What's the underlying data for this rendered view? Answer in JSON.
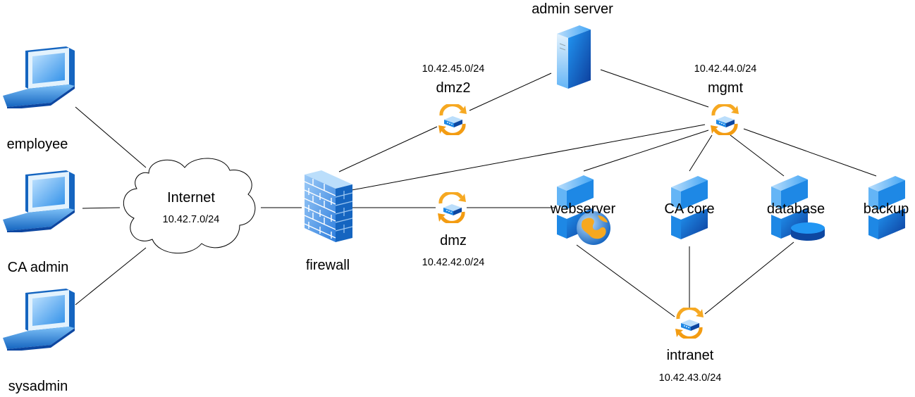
{
  "clients": [
    {
      "id": "employee",
      "label": "employee"
    },
    {
      "id": "ca-admin",
      "label": "CA admin"
    },
    {
      "id": "sysadmin",
      "label": "sysadmin"
    }
  ],
  "internet": {
    "label": "Internet",
    "subnet": "10.42.7.0/24"
  },
  "firewall": {
    "label": "firewall"
  },
  "admin_server": {
    "label": "admin server"
  },
  "networks": {
    "dmz2": {
      "label": "dmz2",
      "subnet": "10.42.45.0/24"
    },
    "mgmt": {
      "label": "mgmt",
      "subnet": "10.42.44.0/24"
    },
    "dmz": {
      "label": "dmz",
      "subnet": "10.42.42.0/24"
    },
    "intranet": {
      "label": "intranet",
      "subnet": "10.42.43.0/24"
    }
  },
  "servers": [
    {
      "id": "webserver",
      "label": "webserver"
    },
    {
      "id": "ca-core",
      "label": "CA core"
    },
    {
      "id": "database",
      "label": "database"
    },
    {
      "id": "backup",
      "label": "backup"
    }
  ],
  "colors": {
    "device_blue": "#1e88e5",
    "device_dark": "#0d47a1",
    "device_light": "#90caf9",
    "router_orange": "#f6a821",
    "router_yellow": "#ffd54f",
    "firewall_blue": "#64a8ee",
    "edge": "#000000"
  }
}
